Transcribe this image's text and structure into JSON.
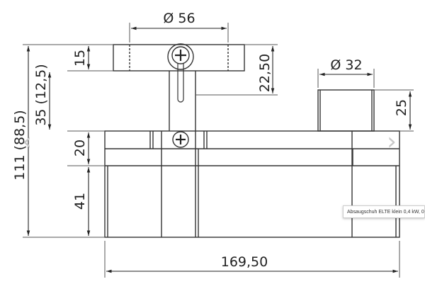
{
  "dimensions": {
    "dia_56": "Ø 56",
    "dia_32": "Ø 32",
    "d15": "15",
    "d22_50": "22,50",
    "d25": "25",
    "d20": "20",
    "d41": "41",
    "d169_50": "169,50",
    "d35_12_5": "35 (12,5)",
    "d111_88_5": "111 (88,5)"
  },
  "navigation": {
    "prev_glyph": "‹",
    "next_glyph": "›"
  },
  "tooltip": {
    "text": "Absaugschuh ELTE klein 0,4 kW,  0"
  }
}
